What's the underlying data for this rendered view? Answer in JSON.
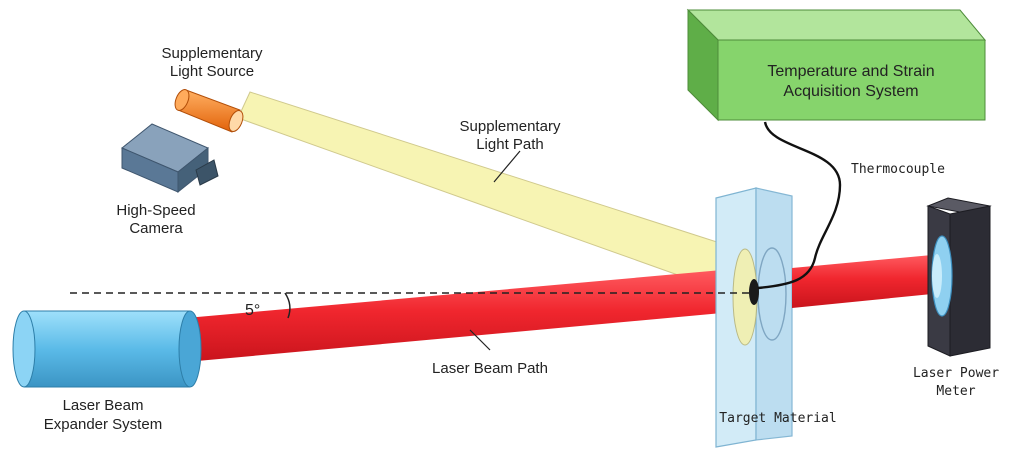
{
  "labels": {
    "supp_source": [
      "Supplementary",
      "Light Source"
    ],
    "supp_path": [
      "Supplementary",
      "Light Path"
    ],
    "camera": [
      "High-Speed",
      "Camera"
    ],
    "expander": [
      "Laser Beam",
      "Expander System"
    ],
    "beam_path": "Laser Beam Path",
    "angle": "5°",
    "daq": [
      "Temperature and Strain",
      "Acquisition System"
    ],
    "thermocouple": "Thermocouple",
    "target": "Target Material",
    "power_meter": [
      "Laser Power",
      "Meter"
    ]
  },
  "colors": {
    "laser": "#f0262e",
    "light_path": "#f6f3a6",
    "daq_box": "#86d46c",
    "expander": "#5bbbe8",
    "target_glass": "#b9dcf0",
    "source": "#f07a1c",
    "camera": "#5a7896",
    "power_meter": "#2c2c34"
  }
}
